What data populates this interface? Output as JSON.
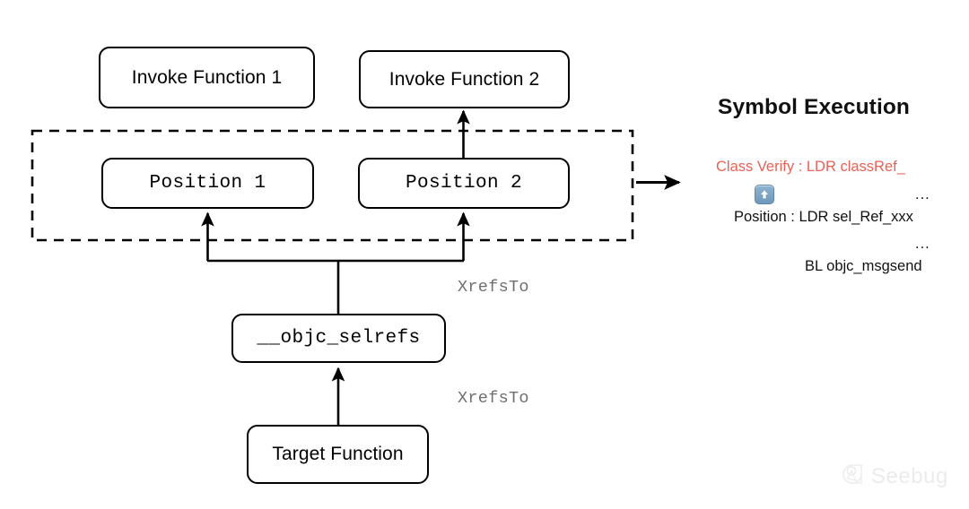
{
  "diagram": {
    "nodes": [
      {
        "id": "invoke1",
        "label": "Invoke Function 1",
        "style": "sans"
      },
      {
        "id": "invoke2",
        "label": "Invoke Function 2",
        "style": "sans"
      },
      {
        "id": "position1",
        "label": "Position 1",
        "style": "mono"
      },
      {
        "id": "position2",
        "label": "Position 2",
        "style": "mono"
      },
      {
        "id": "selrefs",
        "label": "__objc_selrefs",
        "style": "mono"
      },
      {
        "id": "target",
        "label": "Target Function",
        "style": "sans"
      }
    ],
    "edge_labels": [
      {
        "id": "xrefs-upper",
        "label": "XrefsTo"
      },
      {
        "id": "xrefs-lower",
        "label": "XrefsTo"
      }
    ],
    "group_box": {
      "name": "dashed-region",
      "style": "dashed"
    },
    "colors": {
      "stroke": "#000000",
      "label_gray": "#6f6f6f",
      "accent_red": "#ea6157",
      "badge_blue": "#6e97ba",
      "watermark_gray": "#d9d9d9"
    }
  },
  "panel": {
    "title": "Symbol Execution",
    "lines": [
      {
        "id": "class-verify",
        "text": "Class Verify :   LDR classRef_",
        "color": "red"
      },
      {
        "id": "ellipsis-1",
        "text": "...",
        "color": "black"
      },
      {
        "id": "position-line",
        "text": "Position : LDR sel_Ref_xxx",
        "color": "black"
      },
      {
        "id": "ellipsis-2",
        "text": "...",
        "color": "black"
      },
      {
        "id": "msgsend-line",
        "text": "BL objc_msgsend",
        "color": "black"
      }
    ],
    "badge_icon": "arrow-up-icon"
  },
  "watermark": {
    "text": "Seebug",
    "icon": "seebug-logo-icon"
  }
}
